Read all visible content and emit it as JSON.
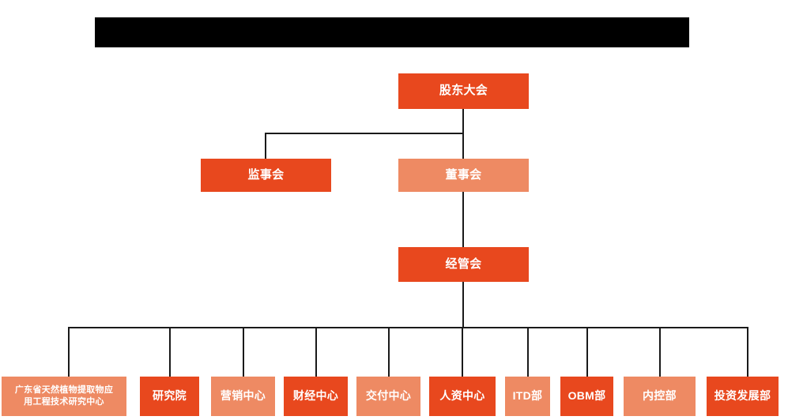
{
  "chart_data": {
    "type": "diagram",
    "title": "",
    "subtitle": "",
    "diagram_kind": "organization-chart",
    "orientation": "top-down",
    "colors": {
      "accent_dark": "#e8481e",
      "accent_light": "#ee8a63",
      "connector": "#1a1a1a",
      "redaction": "#000000",
      "background": "#ffffff",
      "node_text": "#ffffff"
    },
    "levels": [
      {
        "level": 1,
        "nodes": [
          "股东大会"
        ]
      },
      {
        "level": 2,
        "nodes": [
          "监事会",
          "董事会"
        ]
      },
      {
        "level": 3,
        "nodes": [
          "经管会"
        ]
      },
      {
        "level": 4,
        "nodes": [
          "广东省天然植物提取物应用工程技术研究中心",
          "研究院",
          "营销中心",
          "财经中心",
          "交付中心",
          "人资中心",
          "ITD部",
          "OBM部",
          "内控部",
          "投资发展部"
        ]
      }
    ],
    "edges": [
      {
        "from": "股东大会",
        "to": "监事会"
      },
      {
        "from": "股东大会",
        "to": "董事会"
      },
      {
        "from": "董事会",
        "to": "经管会"
      },
      {
        "from": "经管会",
        "to": "广东省天然植物提取物应用工程技术研究中心"
      },
      {
        "from": "经管会",
        "to": "研究院"
      },
      {
        "from": "经管会",
        "to": "营销中心"
      },
      {
        "from": "经管会",
        "to": "财经中心"
      },
      {
        "from": "经管会",
        "to": "交付中心"
      },
      {
        "from": "经管会",
        "to": "人资中心"
      },
      {
        "from": "经管会",
        "to": "ITD部"
      },
      {
        "from": "经管会",
        "to": "OBM部"
      },
      {
        "from": "经管会",
        "to": "内控部"
      },
      {
        "from": "经管会",
        "to": "投资发展部"
      }
    ]
  },
  "header": {
    "redacted_title": ""
  },
  "nodes": {
    "shareholders_meeting": {
      "label": "股东大会",
      "tone": "dark"
    },
    "supervisory_board": {
      "label": "监事会",
      "tone": "dark"
    },
    "board_of_directors": {
      "label": "董事会",
      "tone": "light"
    },
    "management_committee": {
      "label": "经管会",
      "tone": "dark"
    }
  },
  "departments": [
    {
      "label_line1": "广东省天然植物提取物应",
      "label_line2": "用工程技术研究中心",
      "tone": "light"
    },
    {
      "label": "研究院",
      "tone": "dark"
    },
    {
      "label": "营销中心",
      "tone": "light"
    },
    {
      "label": "财经中心",
      "tone": "dark"
    },
    {
      "label": "交付中心",
      "tone": "light"
    },
    {
      "label": "人资中心",
      "tone": "dark"
    },
    {
      "label": "ITD部",
      "tone": "light"
    },
    {
      "label": "OBM部",
      "tone": "dark"
    },
    {
      "label": "内控部",
      "tone": "light"
    },
    {
      "label": "投资发展部",
      "tone": "dark"
    }
  ]
}
